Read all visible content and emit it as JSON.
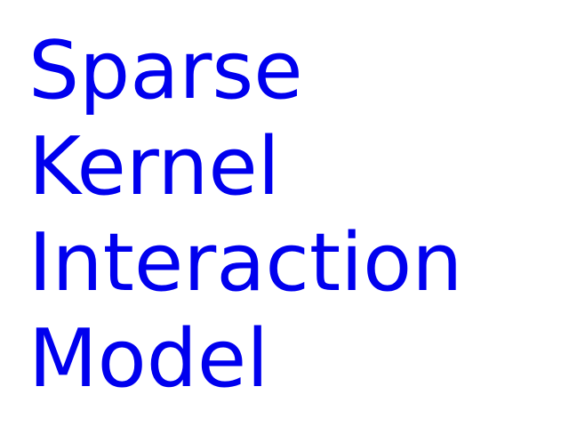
{
  "title": {
    "lines": [
      "Sparse",
      "Kernel",
      "Interaction",
      "Model"
    ]
  },
  "colors": {
    "background": "#ffffff",
    "text": "#0000ee"
  }
}
